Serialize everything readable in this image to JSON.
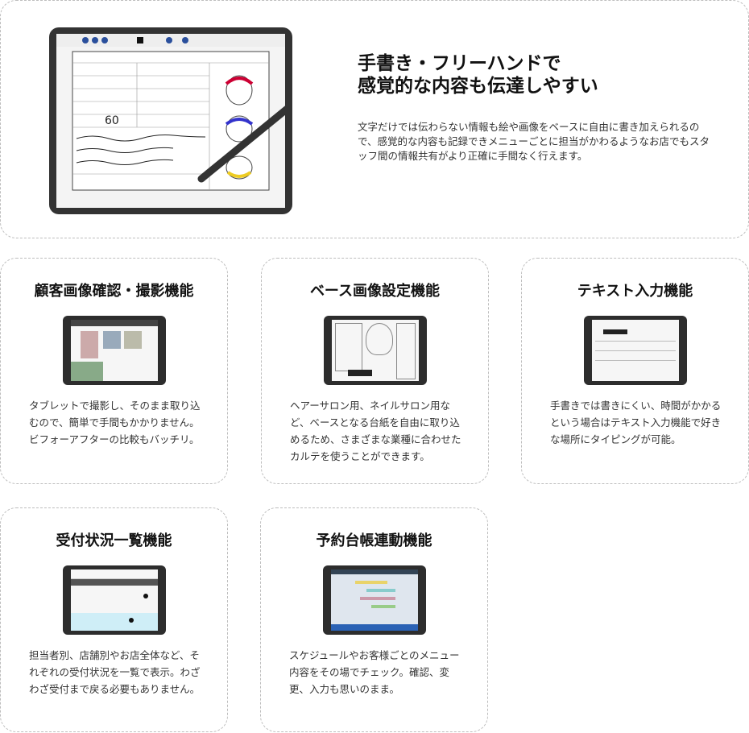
{
  "hero": {
    "title": "手書き・フリーハンドで\n感覚的な内容も伝達しやすい",
    "body": "文字だけでは伝わらない情報も絵や画像をベースに自由に書き加えられるので、感覚的な内容も記録できメニューごとに担当がかわるようなお店でもスタッフ間の情報共有がより正確に手間なく行えます。"
  },
  "features": [
    {
      "title": "顧客画像確認・撮影機能",
      "body": "タブレットで撮影し、そのまま取り込むので、簡単で手間もかかりません。ビフォーアフターの比較もバッチリ。"
    },
    {
      "title": "ベース画像設定機能",
      "body": "ヘアーサロン用、ネイルサロン用など、ベースとなる台紙を自由に取り込めるため、さまざまな業種に合わせたカルテを使うことができます。"
    },
    {
      "title": "テキスト入力機能",
      "body": "手書きでは書きにくい、時間がかかるという場合はテキスト入力機能で好きな場所にタイピングが可能。"
    },
    {
      "title": "受付状況一覧機能",
      "body": "担当者別、店舗別やお店全体など、それぞれの受付状況を一覧で表示。わざわざ受付まで戻る必要もありません。"
    },
    {
      "title": "予約台帳連動機能",
      "body": "スケジュールやお客様ごとのメニュー内容をその場でチェック。確認、変更、入力も思いのまま。"
    }
  ]
}
